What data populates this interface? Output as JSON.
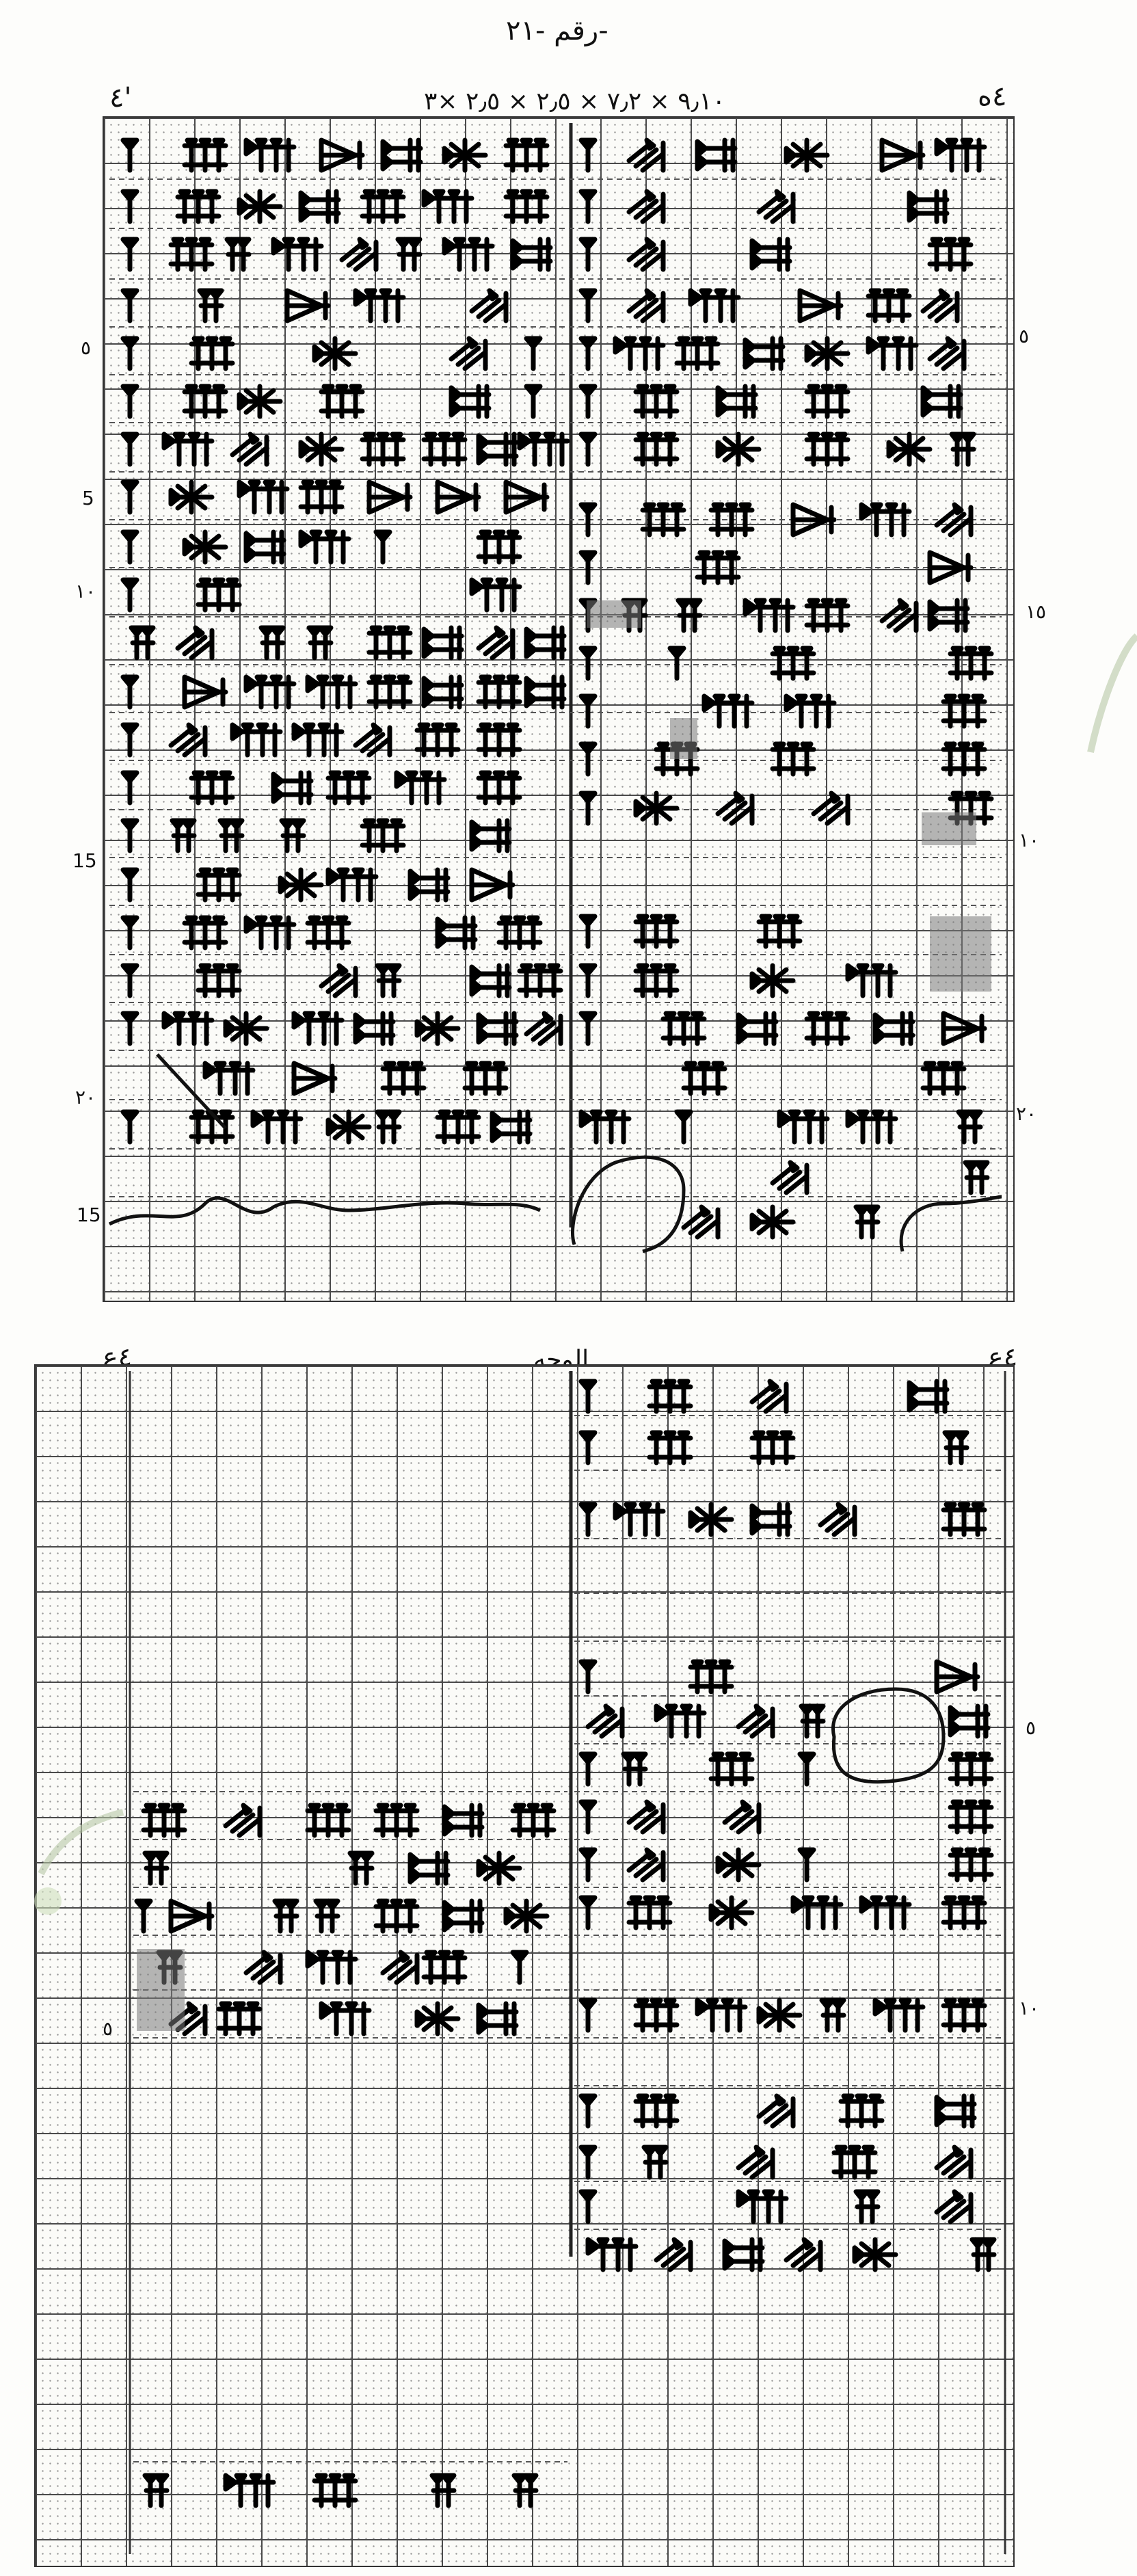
{
  "page_number": "رقم -٢١-",
  "top_tablet": {
    "header_center": "٩٫١٠ × ٧٫٢ × ٢٫٥ × ٢٫٥ ×٣",
    "header_left": "٤'",
    "header_right": "٤ه",
    "line_numbers_left": [
      "٥",
      "5",
      "١٠",
      "15",
      "٢٠",
      "15"
    ],
    "line_numbers_right": [
      "٥",
      "١٠",
      "١٥",
      "٢٠"
    ]
  },
  "bottom_tablet": {
    "header_center": "الوجه",
    "header_left": "٤ع",
    "header_right": "٤ع",
    "line_numbers_left": [
      "٥"
    ],
    "line_numbers_right": [
      "٥",
      "١٠"
    ]
  },
  "colors": {
    "ink": "#000000",
    "grid": "#4a4a4a",
    "dots": "#9a9a9a",
    "paper": "#fbfbf8",
    "watermark": "#b7c8a6"
  }
}
